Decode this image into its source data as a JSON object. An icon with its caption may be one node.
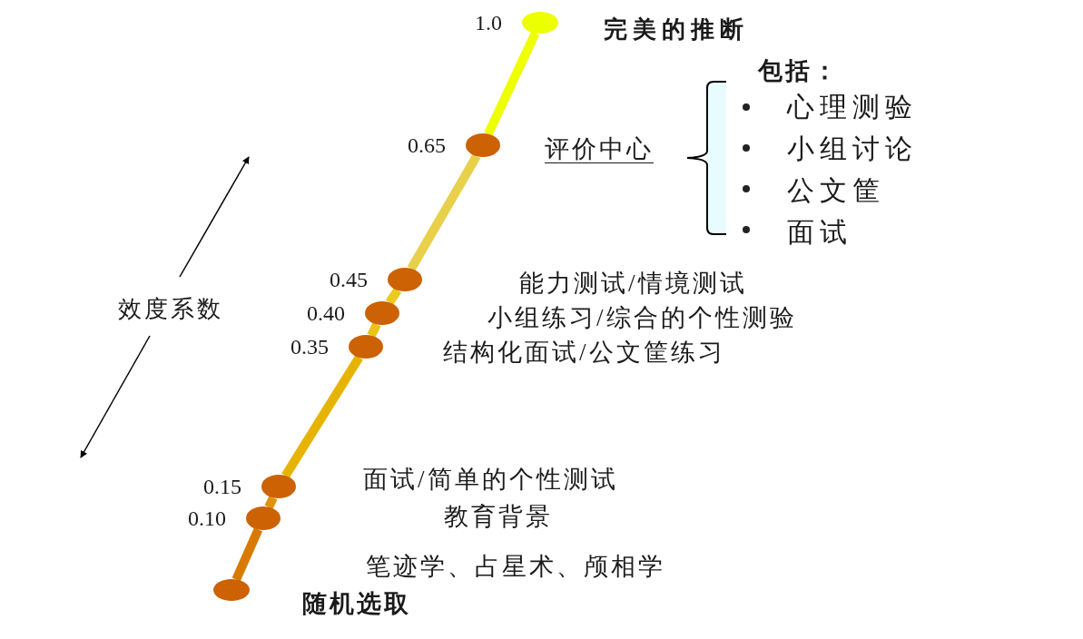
{
  "diagram": {
    "nodes": [
      {
        "text": [],
        "shape": "circle",
        "beside": [
          "1.0"
        ]
      },
      {
        "text": [],
        "shape": "circle",
        "beside": [
          "0.65"
        ]
      },
      {
        "text": [],
        "shape": "circle",
        "beside": [
          "0.45"
        ]
      },
      {
        "text": [],
        "shape": "circle",
        "beside": [
          "0.40"
        ]
      },
      {
        "text": [],
        "shape": "circle",
        "beside": [
          "0.35"
        ]
      },
      {
        "text": [],
        "shape": "circle",
        "beside": [
          "0.15"
        ]
      },
      {
        "text": [],
        "shape": "circle",
        "beside": [
          "0.10"
        ]
      },
      {
        "text": [],
        "shape": "circle"
      }
    ],
    "edges": [
      {
        "from": 0,
        "to": 1,
        "arrow": "none",
        "color": "#eeff00"
      },
      {
        "from": 1,
        "to": 2,
        "arrow": "none",
        "color": "#e8d04a"
      },
      {
        "from": 2,
        "to": 3,
        "arrow": "none",
        "color": "#eaca1e"
      },
      {
        "from": 3,
        "to": 4,
        "arrow": "none",
        "color": "#eac416"
      },
      {
        "from": 4,
        "to": 5,
        "arrow": "none",
        "color": "#e6b400"
      },
      {
        "from": 5,
        "to": 6,
        "arrow": "none",
        "color": "#e0920a"
      },
      {
        "from": 6,
        "to": 7,
        "arrow": "none",
        "color": "#d87a00"
      }
    ],
    "labels": [
      "完美的推断",
      "包括：",
      "心理测验",
      "评价中心",
      "小组讨论",
      "公文筐",
      "面试",
      "能力测试/情境测试",
      "效度系数",
      "小组练习/综合的个性测验",
      "结构化面试/公文筐练习",
      "面试/简单的个性测试",
      "教育背景",
      "笔迹学、占星术、颅相学",
      "随机选取"
    ]
  }
}
